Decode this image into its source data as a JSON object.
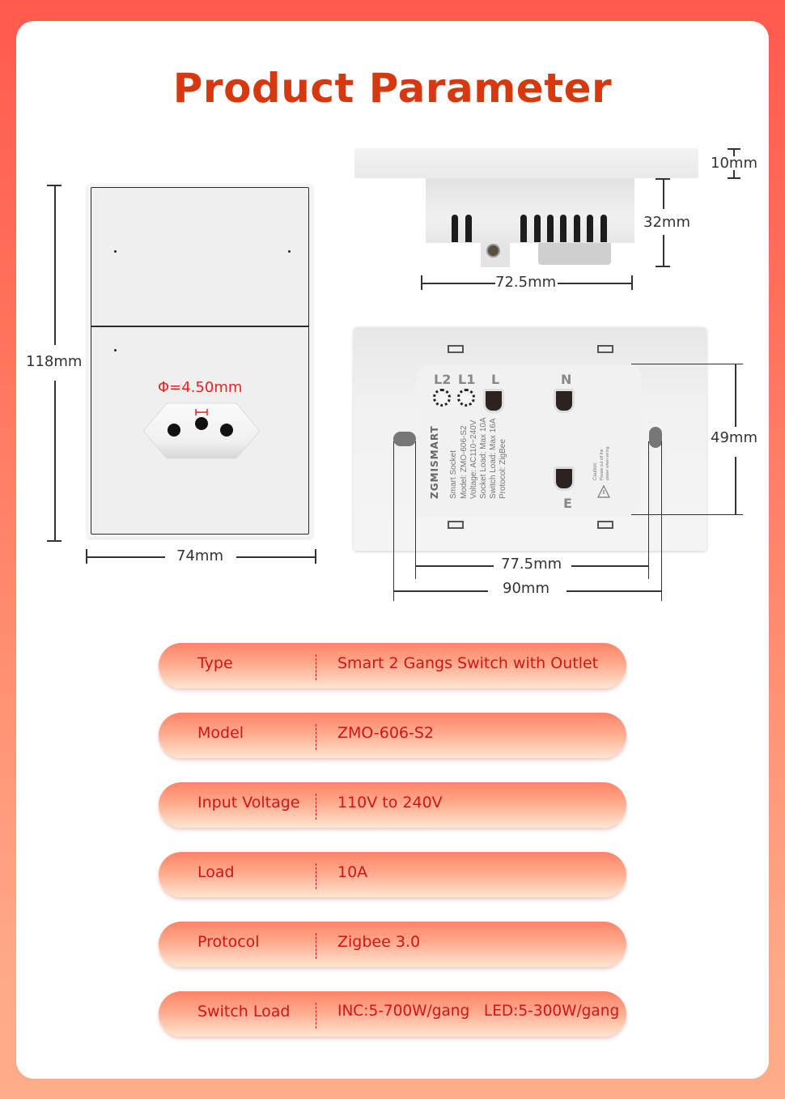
{
  "title": "Product Parameter",
  "colors": {
    "title": "#d6390f",
    "row_text": "#d0141a",
    "dimension_highlight": "#f0201e",
    "background_top": "#ff5a4e",
    "background_bottom": "#ffac89"
  },
  "front_view": {
    "height_label": "118mm",
    "width_label": "74mm",
    "pin_diameter_label": "Φ=4.50mm"
  },
  "side_view": {
    "plate_thickness_label": "10mm",
    "depth_label": "32mm",
    "body_width_label": "72.5mm"
  },
  "back_view": {
    "module_height_label": "49mm",
    "inner_hole_spacing_label": "77.5mm",
    "outer_hole_spacing_label": "90mm",
    "terminals": [
      "L2",
      "L1",
      "L",
      "N",
      "E"
    ],
    "brand": "ZGMISMART",
    "module_lines": [
      "Smart Socket",
      "Model: ZMO-606-S2",
      "Voltage: AC110~240V",
      "Socket Load: Max 10A",
      "Switch Load: Max 16A",
      "Protocol: ZigBee"
    ],
    "caution_lines": [
      "Caution:",
      "Please cut off the",
      "power when wiring."
    ]
  },
  "parameters": [
    {
      "label": "Type",
      "value": "Smart 2 Gangs Switch with Outlet"
    },
    {
      "label": "Model",
      "value": "ZMO-606-S2"
    },
    {
      "label": "Input Voltage",
      "value": "110V to 240V"
    },
    {
      "label": "Load",
      "value": "10A"
    },
    {
      "label": "Protocol",
      "value": "Zigbee 3.0"
    },
    {
      "label": "Switch Load",
      "value": "INC:5-700W/gang   LED:5-300W/gang"
    }
  ]
}
